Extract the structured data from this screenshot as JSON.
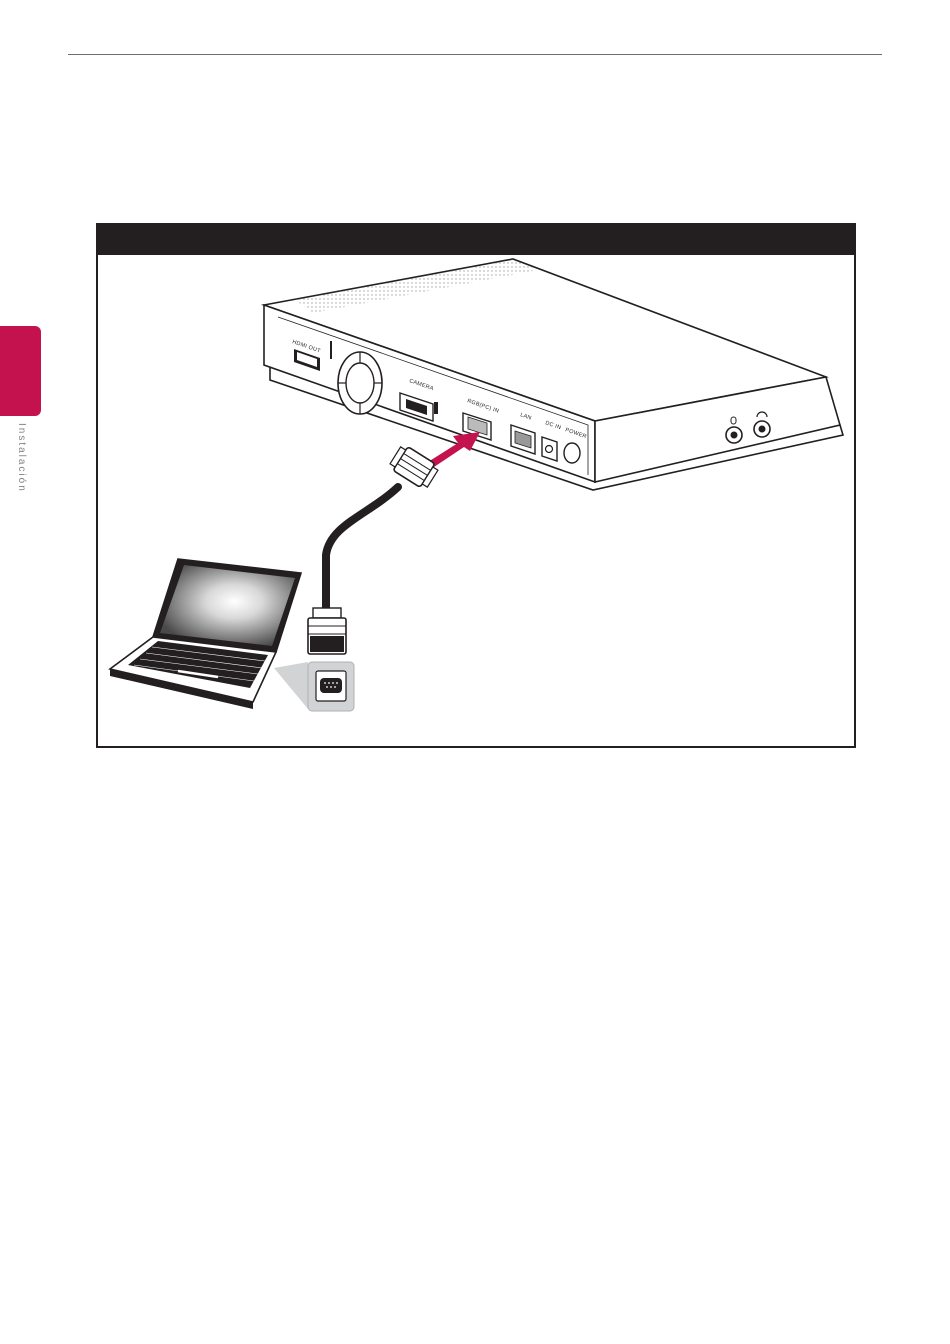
{
  "sidebar": {
    "section_label": "Instalación"
  },
  "figure": {
    "port_labels": {
      "hdmi_out": "HDMI OUT",
      "camera": "CAMERA",
      "rgb_pc_in": "RGB(PC) IN",
      "lan": "LAN",
      "dc_in": "DC IN",
      "power": "POWER"
    }
  },
  "colors": {
    "accent": "#c4124f",
    "ink": "#231f20",
    "rule": "#6d6e71"
  }
}
